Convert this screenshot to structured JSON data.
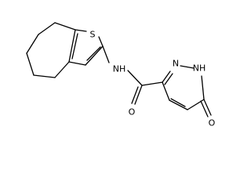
{
  "molecule": {
    "atom_labels": {
      "sulfur": "S",
      "amide_nitrogen": "NH",
      "carbonyl_oxygen": "O",
      "ring_nitrogen": "N",
      "ring_nh": "NH",
      "ketone_oxygen": "O"
    }
  }
}
